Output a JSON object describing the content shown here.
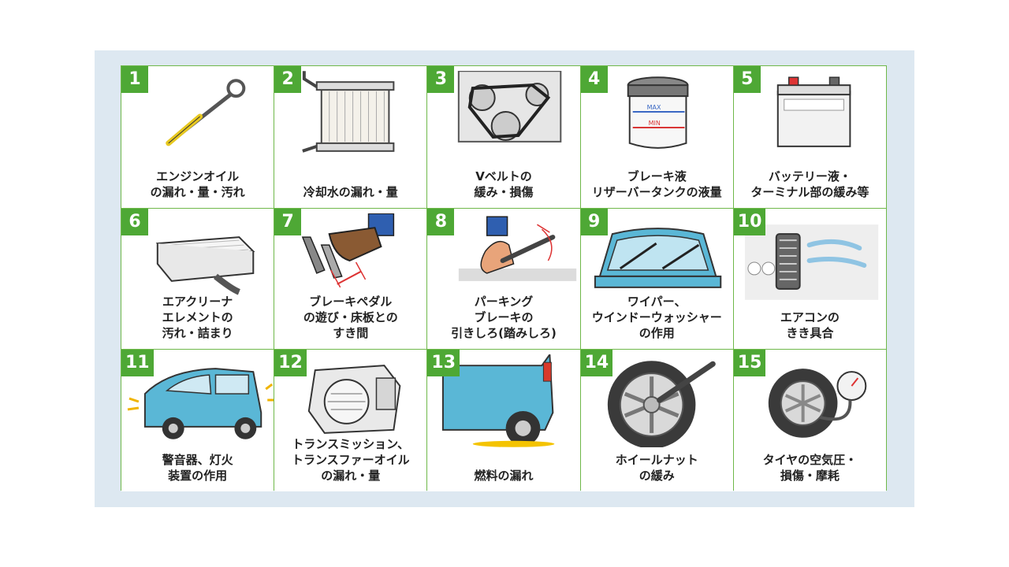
{
  "items": [
    {
      "num": "1",
      "icon": "dipstick-icon",
      "lines": [
        "エンジンオイル",
        "の漏れ・量・汚れ"
      ]
    },
    {
      "num": "2",
      "icon": "radiator-icon",
      "lines": [
        "冷却水の漏れ・量"
      ]
    },
    {
      "num": "3",
      "icon": "v-belt-icon",
      "lines": [
        "Vベルトの",
        "緩み・損傷"
      ]
    },
    {
      "num": "4",
      "icon": "brake-fluid-tank-icon",
      "lines": [
        "ブレーキ液",
        "リザーバータンクの液量"
      ],
      "tank_max": "MAX",
      "tank_min": "MIN"
    },
    {
      "num": "5",
      "icon": "battery-icon",
      "lines": [
        "バッテリー液・",
        "ターミナル部の緩み等"
      ]
    },
    {
      "num": "6",
      "icon": "air-cleaner-icon",
      "lines": [
        "エアクリーナ",
        "エレメントの",
        "汚れ・詰まり"
      ]
    },
    {
      "num": "7",
      "icon": "brake-pedal-icon",
      "lines": [
        "ブレーキペダル",
        "の遊び・床板との",
        "すき間"
      ]
    },
    {
      "num": "8",
      "icon": "parking-brake-icon",
      "lines": [
        "パーキング",
        "ブレーキの",
        "引きしろ(踏みしろ)"
      ]
    },
    {
      "num": "9",
      "icon": "wiper-icon",
      "lines": [
        "ワイパー、",
        "ウインドーウォッシャー",
        "の作用"
      ]
    },
    {
      "num": "10",
      "icon": "air-conditioner-icon",
      "lines": [
        "エアコンの",
        "きき具合"
      ]
    },
    {
      "num": "11",
      "icon": "car-horn-lights-icon",
      "lines": [
        "警音器、灯火",
        "装置の作用"
      ]
    },
    {
      "num": "12",
      "icon": "transmission-icon",
      "lines": [
        "トランスミッション、",
        "トランスファーオイル",
        "の漏れ・量"
      ]
    },
    {
      "num": "13",
      "icon": "fuel-leak-icon",
      "lines": [
        "燃料の漏れ"
      ]
    },
    {
      "num": "14",
      "icon": "wheel-nut-icon",
      "lines": [
        "ホイールナット",
        "の緩み"
      ]
    },
    {
      "num": "15",
      "icon": "tire-pressure-icon",
      "lines": [
        "タイヤの空気圧・",
        "損傷・摩耗"
      ]
    }
  ]
}
